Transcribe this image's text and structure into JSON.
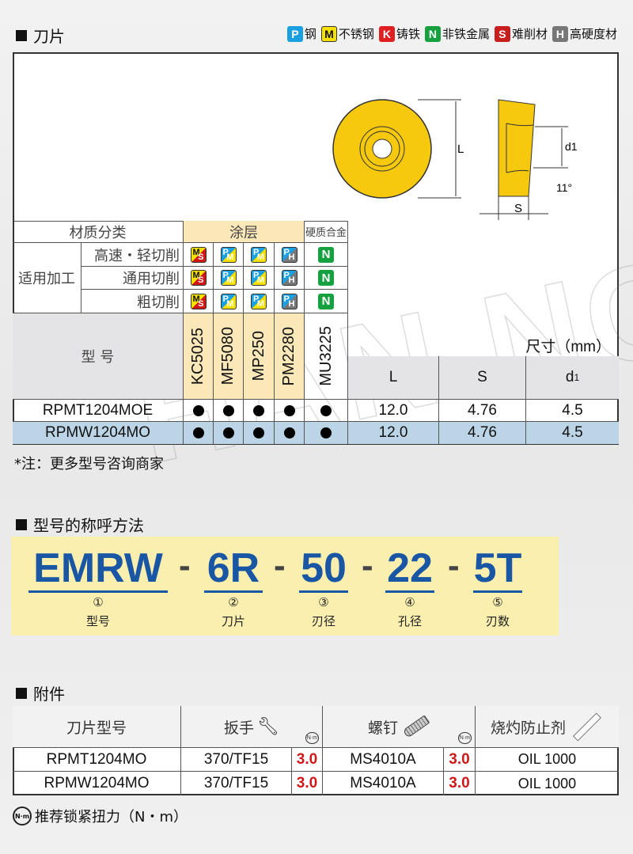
{
  "insert_section": {
    "title": "刀片"
  },
  "legend": [
    {
      "letter": "P",
      "label": "钢",
      "color": "#1a9fe0"
    },
    {
      "letter": "M",
      "label": "不锈钢",
      "color": "#f5e000"
    },
    {
      "letter": "K",
      "label": "铸铁",
      "color": "#e02020"
    },
    {
      "letter": "N",
      "label": "非铁金属",
      "color": "#16a040"
    },
    {
      "letter": "S",
      "label": "难削材",
      "color": "#c81e1e"
    },
    {
      "letter": "H",
      "label": "高硬度材",
      "color": "#777777"
    }
  ],
  "drawing": {
    "L": "L",
    "d1": "d1",
    "angle": "11°",
    "S": "S"
  },
  "table": {
    "material_class": "材质分类",
    "coating": "涂层",
    "carbide": "硬质合金",
    "application": "适用加工",
    "apps": [
      "高速・轻切削",
      "通用切削",
      "粗切削"
    ],
    "icons": [
      {
        "top": "M",
        "bottom": "S"
      },
      {
        "top": "P",
        "bottom": "M"
      },
      {
        "top": "P",
        "bottom": "M"
      },
      {
        "top": "P",
        "bottom": "H"
      },
      {
        "top": "N",
        "bottom": ""
      }
    ],
    "model_label": "型  号",
    "grades": [
      "KC5025",
      "MF5080",
      "MP250",
      "PM2280",
      "MU3225"
    ],
    "size_label": "尺寸（mm）",
    "dims": [
      "L",
      "S",
      "d1"
    ],
    "rows": [
      {
        "model": "RPMT1204MOE",
        "marks": [
          "●",
          "●",
          "●",
          "●",
          "●"
        ],
        "L": "12.0",
        "S": "4.76",
        "d1": "4.5"
      },
      {
        "model": "RPMW1204MO",
        "marks": [
          "●",
          "●",
          "●",
          "●",
          "●"
        ],
        "L": "12.0",
        "S": "4.76",
        "d1": "4.5"
      }
    ]
  },
  "note": "*注：更多型号咨询商家",
  "naming": {
    "title": "型号的称呼方法",
    "parts": [
      {
        "code": "EMRW",
        "num": "①",
        "label": "型号"
      },
      {
        "code": "6R",
        "num": "②",
        "label": "刀片"
      },
      {
        "code": "50",
        "num": "③",
        "label": "刃径"
      },
      {
        "code": "22",
        "num": "④",
        "label": "孔径"
      },
      {
        "code": "5T",
        "num": "⑤",
        "label": "刃数"
      }
    ],
    "sep": "-"
  },
  "accessories": {
    "title": "附件",
    "headers": {
      "model": "刀片型号",
      "wrench": "扳手",
      "screw": "螺钉",
      "anti": "烧灼防止剂",
      "torque_icon": "N·m"
    },
    "rows": [
      {
        "model": "RPMT1204MO",
        "wrench": "370/TF15",
        "wt": "3.0",
        "screw": "MS4010A",
        "st": "3.0",
        "oil": "OIL 1000"
      },
      {
        "model": "RPMW1204MO",
        "wrench": "370/TF15",
        "wt": "3.0",
        "screw": "MS4010A",
        "st": "3.0",
        "oil": "OIL 1000"
      }
    ],
    "footer": "推荐锁紧扭力（N・m）"
  }
}
